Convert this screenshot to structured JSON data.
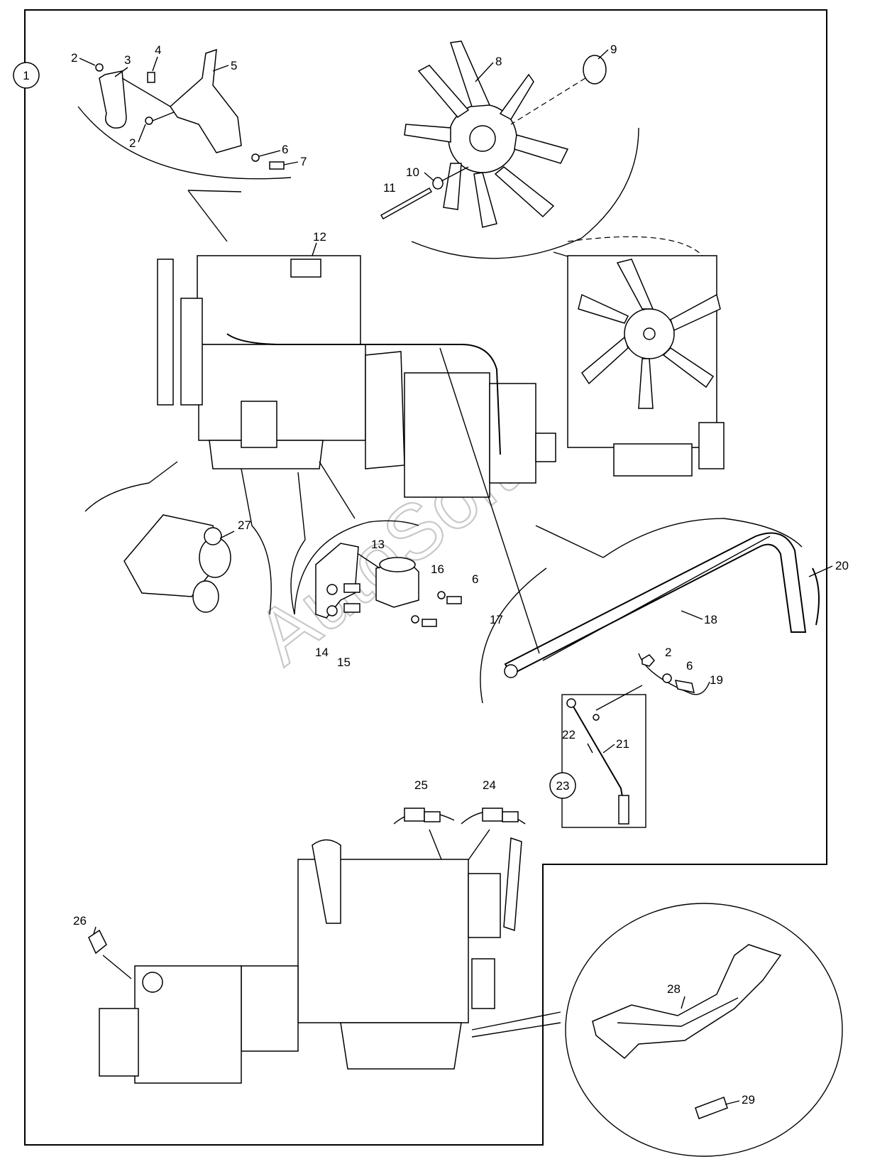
{
  "figure": {
    "sheet_badge": "1",
    "detail_badge": "23",
    "watermark": "AutoSoft"
  },
  "callouts": {
    "c1": "1",
    "c2a": "2",
    "c2b": "2",
    "c2c": "2",
    "c3": "3",
    "c4": "4",
    "c5": "5",
    "c6a": "6",
    "c6b": "6",
    "c6c": "6",
    "c7": "7",
    "c8": "8",
    "c9": "9",
    "c10": "10",
    "c11": "11",
    "c12": "12",
    "c13": "13",
    "c14": "14",
    "c15": "15",
    "c16": "16",
    "c17": "17",
    "c18": "18",
    "c19": "19",
    "c20": "20",
    "c21": "21",
    "c22": "22",
    "c23": "23",
    "c24": "24",
    "c25": "25",
    "c26": "26",
    "c27": "27",
    "c28": "28",
    "c29": "29"
  }
}
